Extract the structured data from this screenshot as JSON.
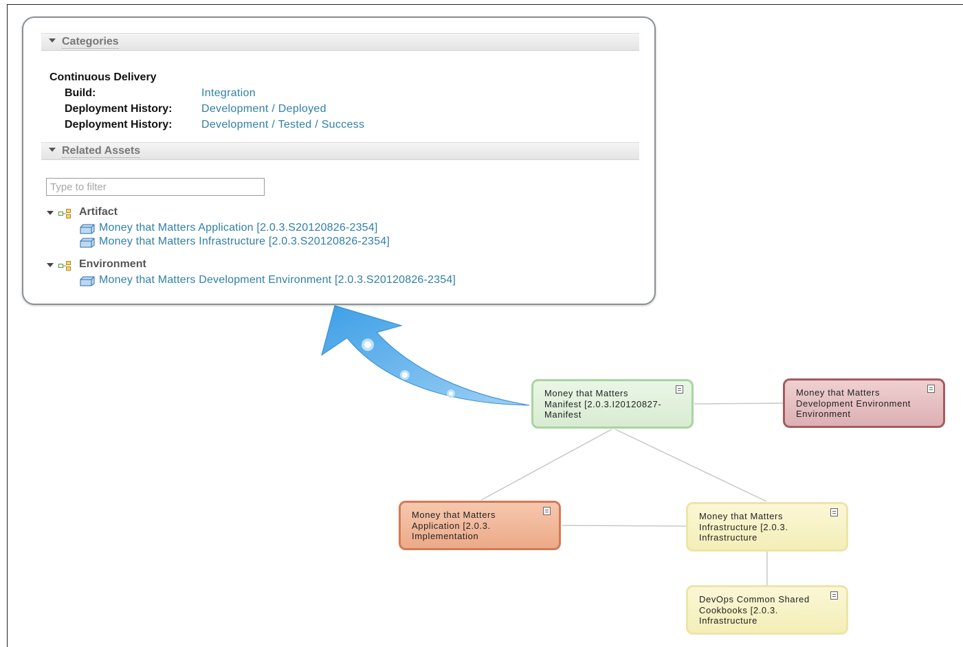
{
  "categories": {
    "section_title": "Categories",
    "group_title": "Continuous Delivery",
    "rows": [
      {
        "key": "Build:",
        "value": "Integration"
      },
      {
        "key": "Deployment History:",
        "value": "Development / Deployed"
      },
      {
        "key": "Deployment History:",
        "value": "Development / Tested / Success"
      }
    ]
  },
  "related_assets": {
    "section_title": "Related Assets",
    "filter_placeholder": "Type to filter",
    "groups": [
      {
        "label": "Artifact",
        "items": [
          "Money that Matters Application [2.0.3.S20120826-2354]",
          "Money that Matters Infrastructure [2.0.3.S20120826-2354]"
        ]
      },
      {
        "label": "Environment",
        "items": [
          "Money that Matters Development Environment [2.0.3.S20120826-2354]"
        ]
      }
    ]
  },
  "graph": {
    "nodes": {
      "manifest": [
        "Money that Matters",
        "Manifest [2.0.3.I20120827-",
        "Manifest"
      ],
      "dev_env": [
        "Money that Matters",
        "Development Environment",
        "Environment"
      ],
      "application": [
        "Money that Matters",
        "Application [2.0.3.",
        "Implementation"
      ],
      "infrastructure": [
        "Money that Matters",
        "Infrastructure [2.0.3.",
        "Infrastructure"
      ],
      "cookbooks": [
        "DevOps Common Shared",
        "Cookbooks [2.0.3.",
        "Infrastructure"
      ]
    }
  },
  "colors": {
    "link": "#2f7fa8",
    "arrow": "#3a9be0",
    "manifest": "#d8ecd2",
    "environment": "#dcb0b3",
    "implementation": "#ecaa88",
    "infrastructure": "#f4eeb8"
  },
  "icons": {
    "collapse": "triangle-down",
    "group": "hierarchy-icon",
    "asset": "asset-box-icon",
    "details": "document-icon"
  }
}
